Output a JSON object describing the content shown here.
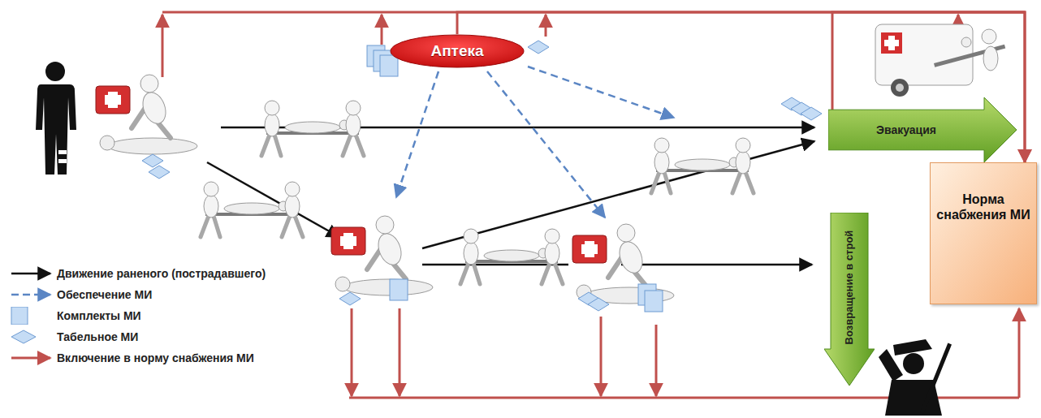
{
  "diagram": {
    "nodes": [
      {
        "text": [
          "Аптека"
        ]
      },
      {
        "text": [
          "Эвакуация"
        ]
      },
      {
        "text": [
          "Норма снабжения МИ"
        ]
      },
      {
        "text": [
          "Возвращение в строй"
        ]
      }
    ],
    "edges": [
      {
        "from": 0,
        "to": 2,
        "arrow": "to"
      },
      {
        "from": 1,
        "to": 2,
        "arrow": "to"
      }
    ],
    "legend": [
      {
        "text": "Движение раненого (пострадавшего)"
      },
      {
        "text": "Обеспечение МИ"
      },
      {
        "text": "Комплекты МИ"
      },
      {
        "text": "Табельное МИ"
      },
      {
        "text": "Включение в норму снабжения МИ"
      }
    ]
  }
}
